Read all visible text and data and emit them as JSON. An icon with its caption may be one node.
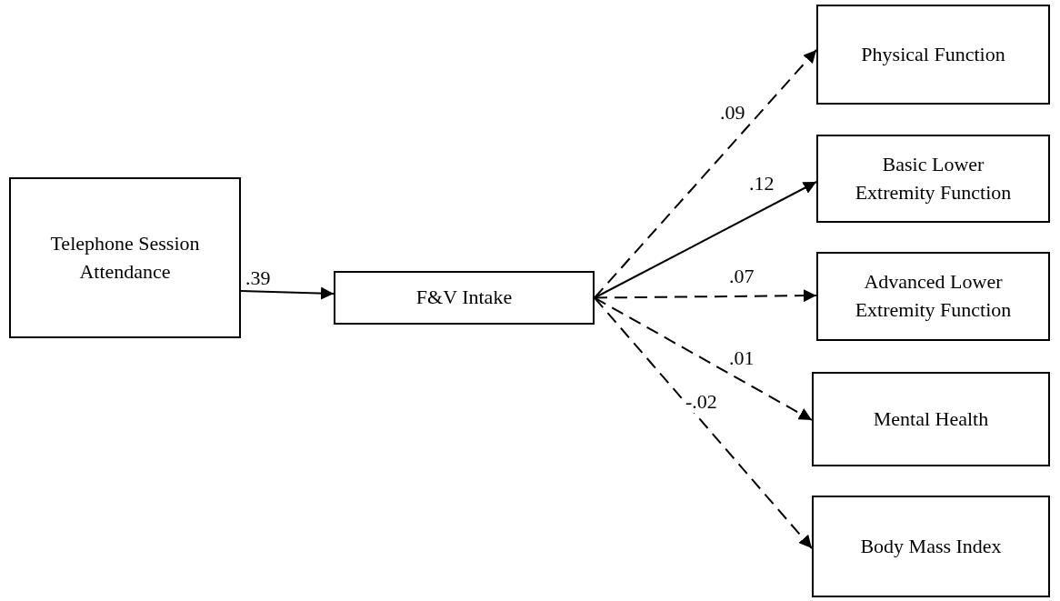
{
  "diagram": {
    "nodes": [
      {
        "text": [
          "Telephone Session Attendance"
        ]
      },
      {
        "text": [
          "F&V Intake"
        ]
      },
      {
        "text": [
          "Physical Function"
        ]
      },
      {
        "text": [
          "Basic Lower Extremity Function"
        ]
      },
      {
        "text": [
          "Advanced Lower Extremity Function"
        ]
      },
      {
        "text": [
          "Mental Health"
        ]
      },
      {
        "text": [
          "Body Mass Index"
        ]
      }
    ],
    "edges": [
      {
        "from": 0,
        "to": 1,
        "arrow": "to",
        "label": ".39"
      },
      {
        "from": 1,
        "to": 2,
        "arrow": "to",
        "label": ".09",
        "style": "dashed"
      },
      {
        "from": 1,
        "to": 3,
        "arrow": "to",
        "label": ".12"
      },
      {
        "from": 1,
        "to": 4,
        "arrow": "to",
        "label": ".07",
        "style": "dashed"
      },
      {
        "from": 1,
        "to": 5,
        "arrow": "to",
        "label": ".01",
        "style": "dashed"
      },
      {
        "from": 1,
        "to": 6,
        "arrow": "to",
        "label": "-.02",
        "style": "dashed"
      }
    ]
  }
}
